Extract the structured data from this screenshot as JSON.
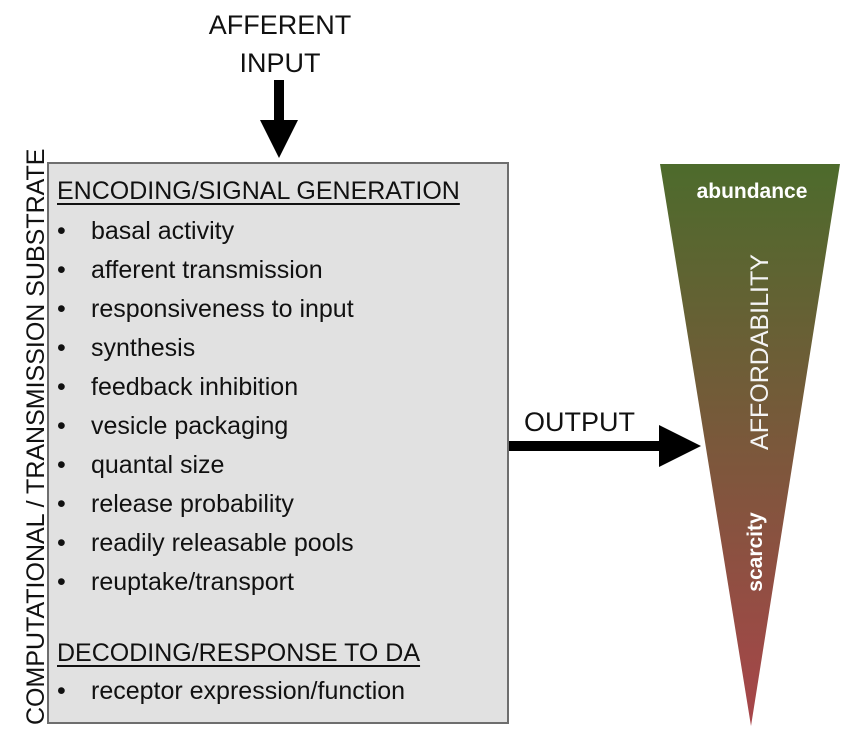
{
  "afferent_input": {
    "line1": "AFFERENT",
    "line2": "INPUT"
  },
  "side_label": "COMPUTATIONAL / TRANSMISSION SUBSTRATE",
  "encoding": {
    "heading": "ENCODING/SIGNAL GENERATION",
    "items": [
      "basal activity",
      "afferent transmission",
      "responsiveness to input",
      "synthesis",
      "feedback inhibition",
      "vesicle packaging",
      "quantal size",
      "release probability",
      "readily releasable pools",
      "reuptake/transport"
    ]
  },
  "decoding": {
    "heading": "DECODING/RESPONSE TO DA",
    "items": [
      "receptor expression/function"
    ]
  },
  "bullet": "•",
  "output_label": "OUTPUT",
  "affordability": {
    "top_label": "abundance",
    "axis_label": "AFFORDABILITY",
    "bottom_label": "scarcity",
    "colors": {
      "top": "#4d6b2c",
      "bottom": "#a8454a"
    }
  },
  "colors": {
    "box_fill": "#e1e1e1",
    "box_border": "#6e6e6e",
    "arrow": "#000000"
  }
}
